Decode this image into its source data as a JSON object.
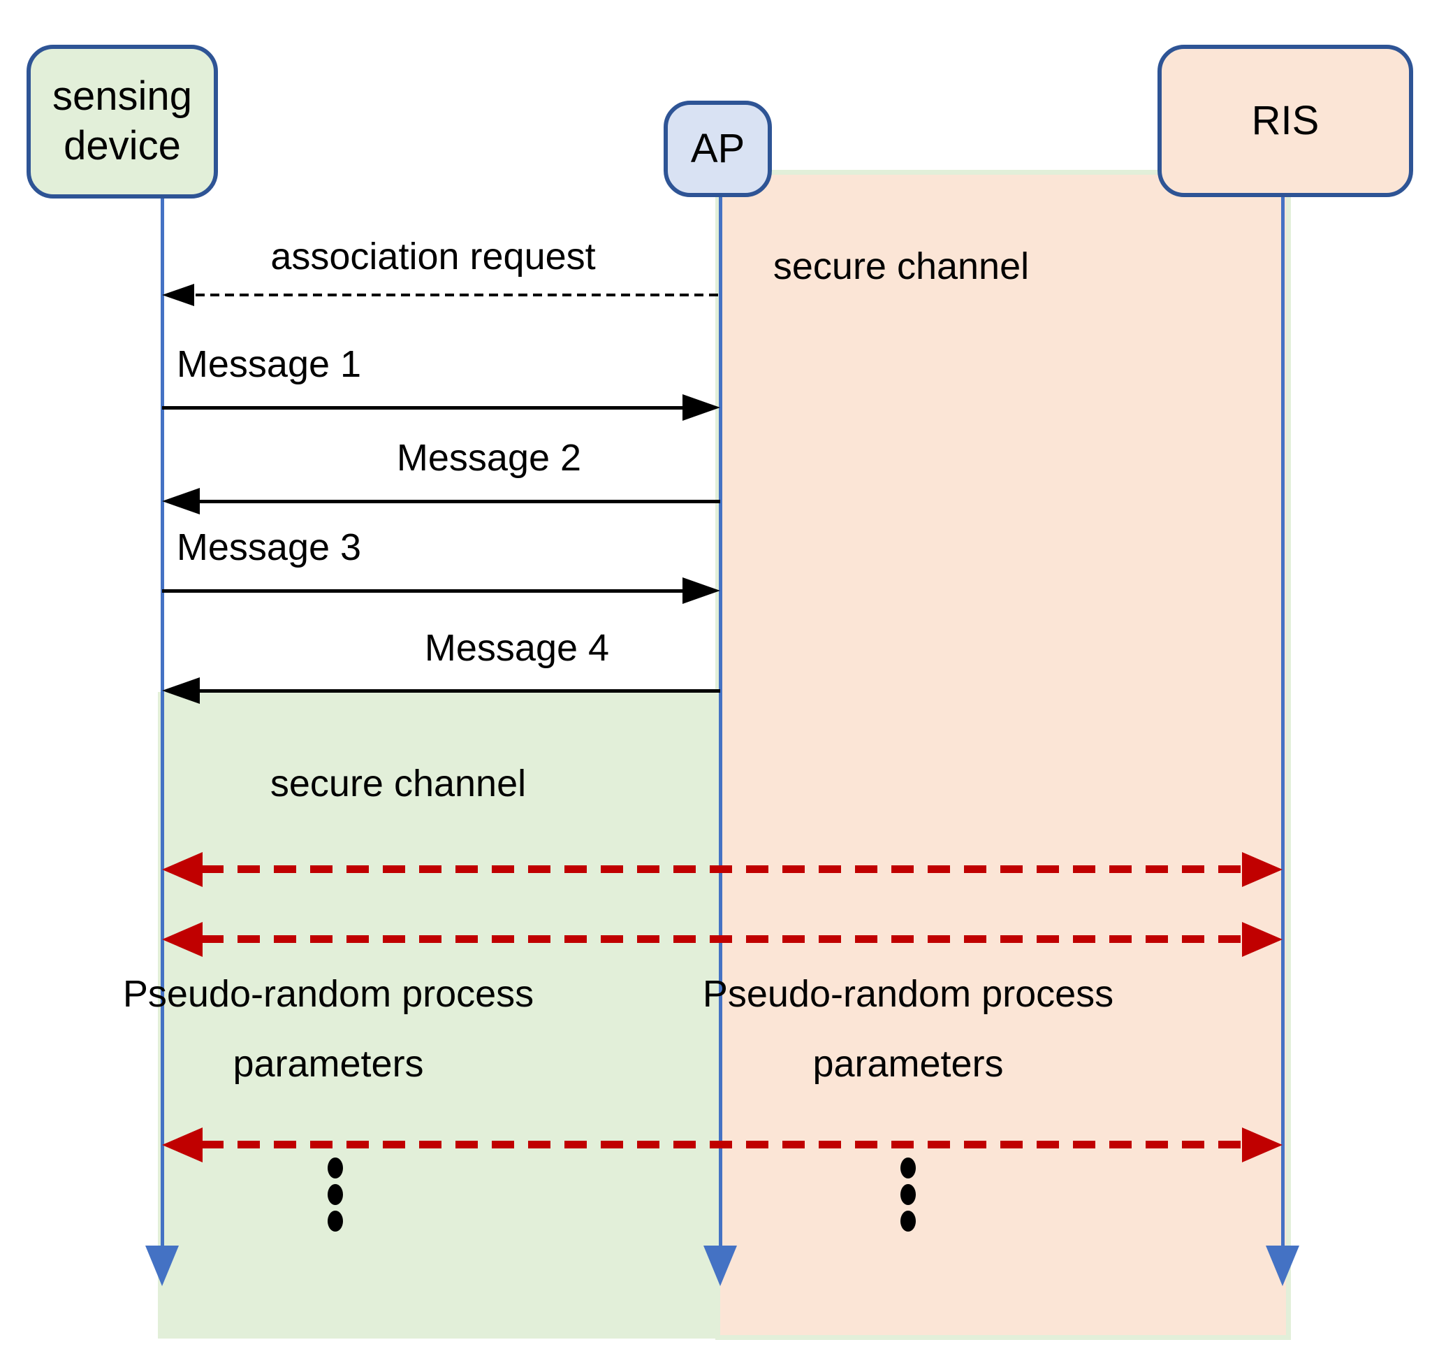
{
  "actors": [
    {
      "id": "sensing-device",
      "label": "sensing device"
    },
    {
      "id": "ap",
      "label": "AP"
    },
    {
      "id": "ris",
      "label": "RIS"
    }
  ],
  "messages": {
    "association_request": "association request",
    "message_1": "Message 1",
    "message_2": "Message 2",
    "message_3": "Message 3",
    "message_4": "Message 4"
  },
  "secure_channels": {
    "device_ap_label": "secure channel",
    "ap_ris_label": "secure channel"
  },
  "process_params": {
    "device_ap_label": "Pseudo-random process parameters",
    "ap_ris_label": "Pseudo-random process parameters"
  },
  "colors": {
    "green_fill": "#e2efd9",
    "peach_fill": "#fbe5d6",
    "blue_fill": "#d9e2f3",
    "box_border": "#2e5495",
    "lifeline_blue": "#4472c4",
    "arrow_black": "#000000",
    "secure_red": "#c00000"
  }
}
